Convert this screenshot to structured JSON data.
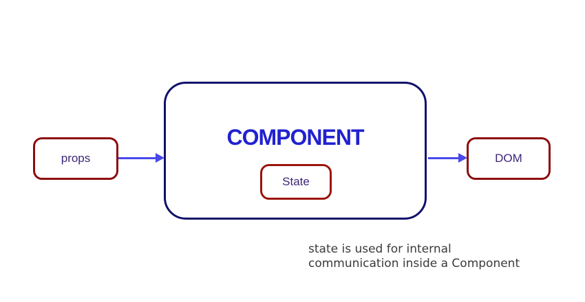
{
  "diagram": {
    "component": {
      "label": "COMPONENT"
    },
    "props": {
      "label": "props"
    },
    "state": {
      "label": "State"
    },
    "dom": {
      "label": "DOM"
    },
    "caption": {
      "line1": "state is used for internal",
      "line2": "communication inside a Component"
    }
  },
  "colors": {
    "box_red_border": "#8B0B0B",
    "state_red_border": "#9C120B",
    "component_border": "#10106B",
    "component_text": "#2121D1",
    "node_text": "#3E2676",
    "arrow": "#4848EB",
    "caption_text": "#3A3A3A",
    "background": "#FFFFFF"
  }
}
